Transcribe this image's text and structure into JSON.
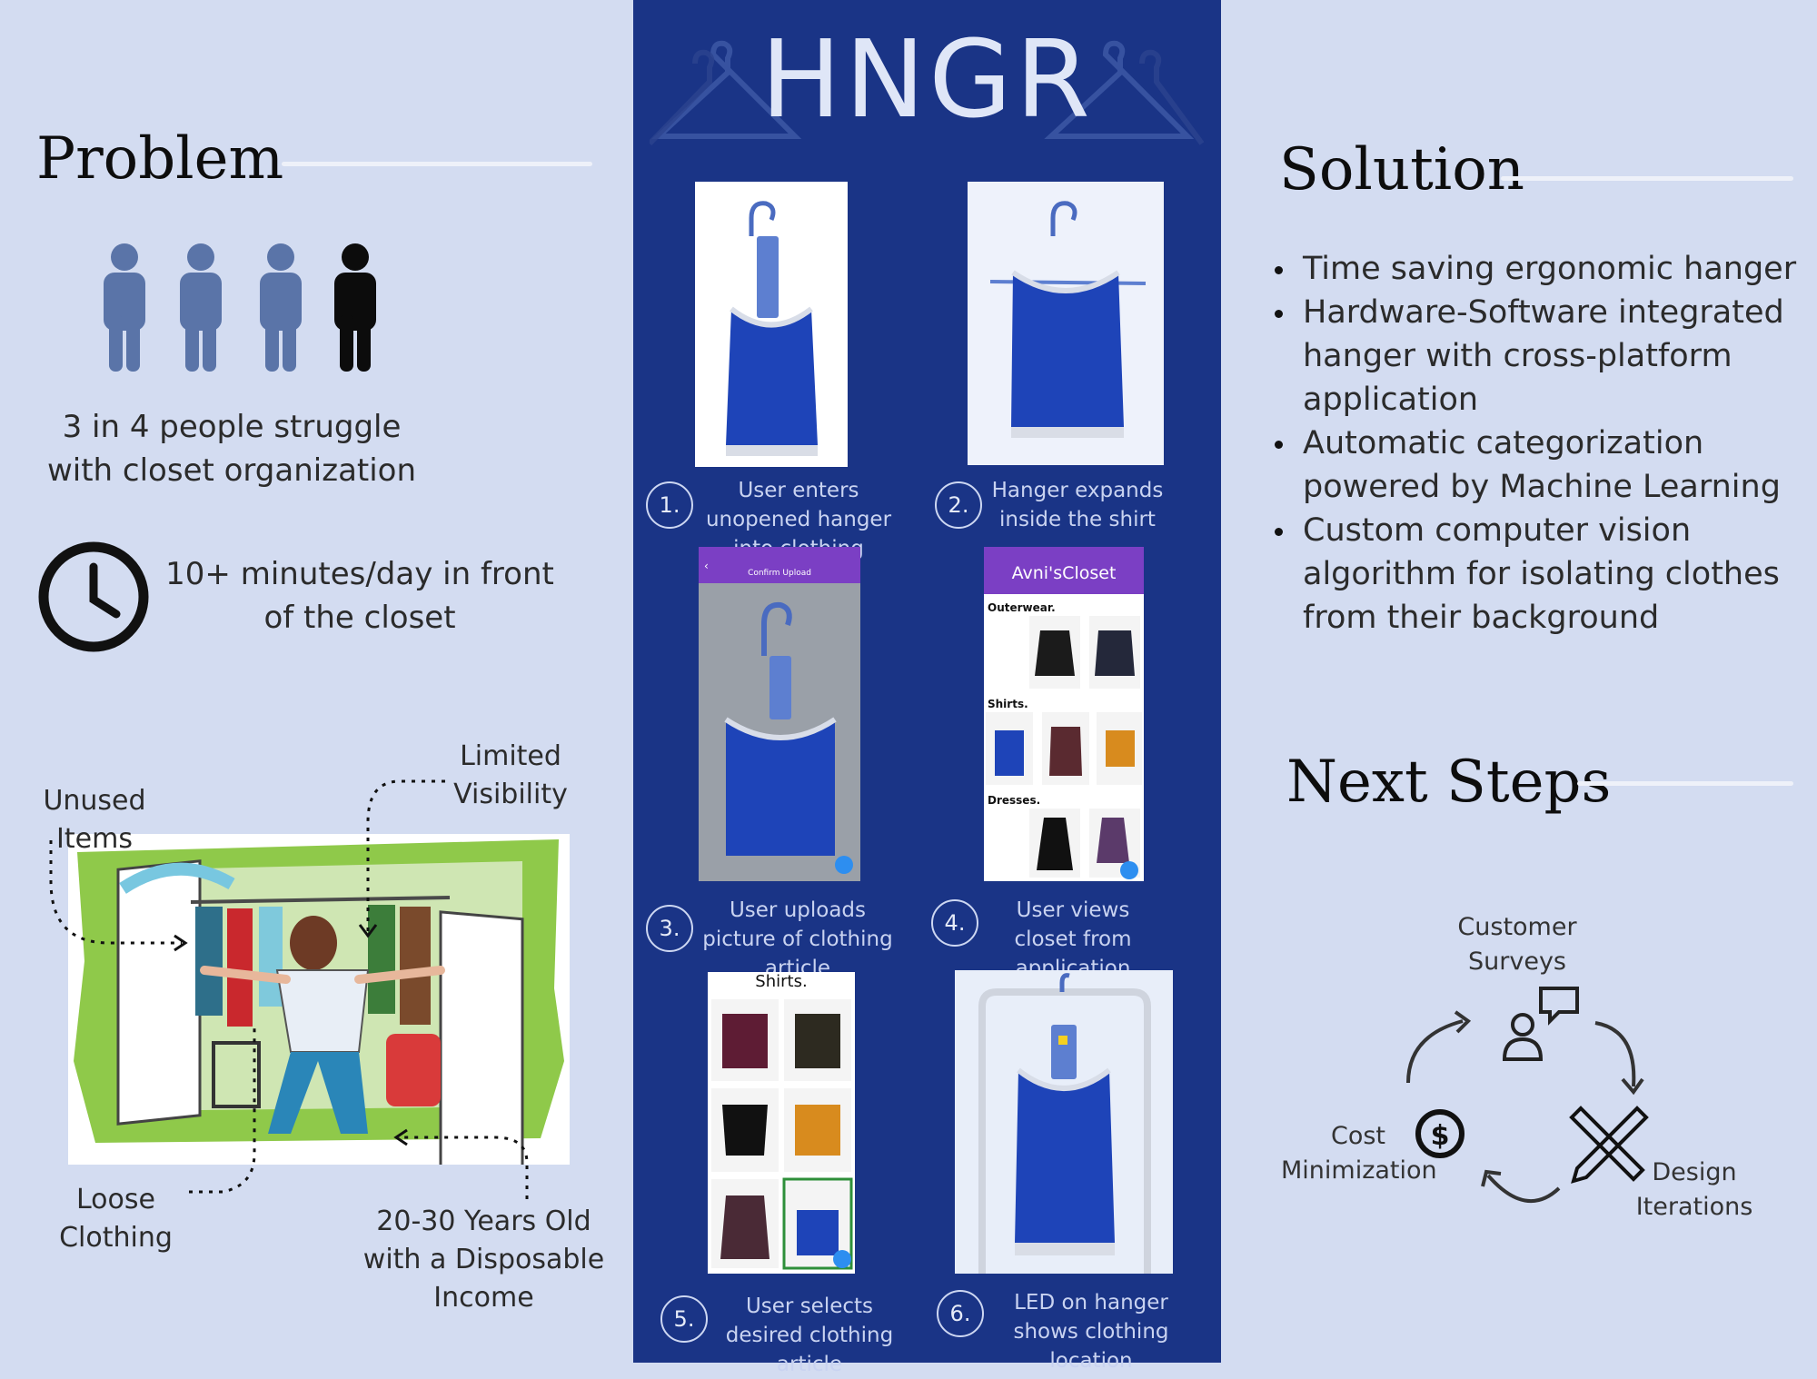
{
  "problem": {
    "heading": "Problem",
    "people_icons": [
      "person-icon",
      "person-icon",
      "person-icon",
      "person-icon"
    ],
    "people_colors": {
      "muted": "#5a74a8",
      "highlight": "#0c0c0c"
    },
    "stat_struggle": "3 in 4 people struggle with closet organization",
    "stat_minutes": "10+ minutes/day in front of the closet",
    "labels": {
      "unused": "Unused Items",
      "limited": "Limited Visibility",
      "loose": "Loose Clothing",
      "age": "20-30 Years Old with a Disposable Income"
    }
  },
  "brand": {
    "title": "HNGR",
    "panel_color": "#1a3486"
  },
  "steps": [
    {
      "num": "1.",
      "text": "User enters unopened hanger into clothing"
    },
    {
      "num": "2.",
      "text": "Hanger expands inside the shirt"
    },
    {
      "num": "3.",
      "text": "User uploads picture of clothing article"
    },
    {
      "num": "4.",
      "text": "User views closet from application"
    },
    {
      "num": "5.",
      "text": "User selects desired clothing article"
    },
    {
      "num": "6.",
      "text": "LED on hanger shows clothing location"
    }
  ],
  "app": {
    "upload_title": "Confirm Upload",
    "closet_title": "Avni'sCloset",
    "sections": [
      "Outerwear.",
      "Shirts.",
      "Dresses."
    ],
    "shirts_title": "Shirts.",
    "accent_color": "#7b3fc4"
  },
  "solution": {
    "heading": "Solution",
    "items": [
      "Time saving ergonomic hanger",
      "Hardware-Software integrated hanger with cross-platform application",
      "Automatic categorization powered by Machine Learning",
      "Custom computer vision algorithm for isolating clothes from their background"
    ]
  },
  "next_steps": {
    "heading": "Next Steps",
    "customer": "Customer Surveys",
    "design": "Design Iterations",
    "cost": "Cost Minimization"
  }
}
